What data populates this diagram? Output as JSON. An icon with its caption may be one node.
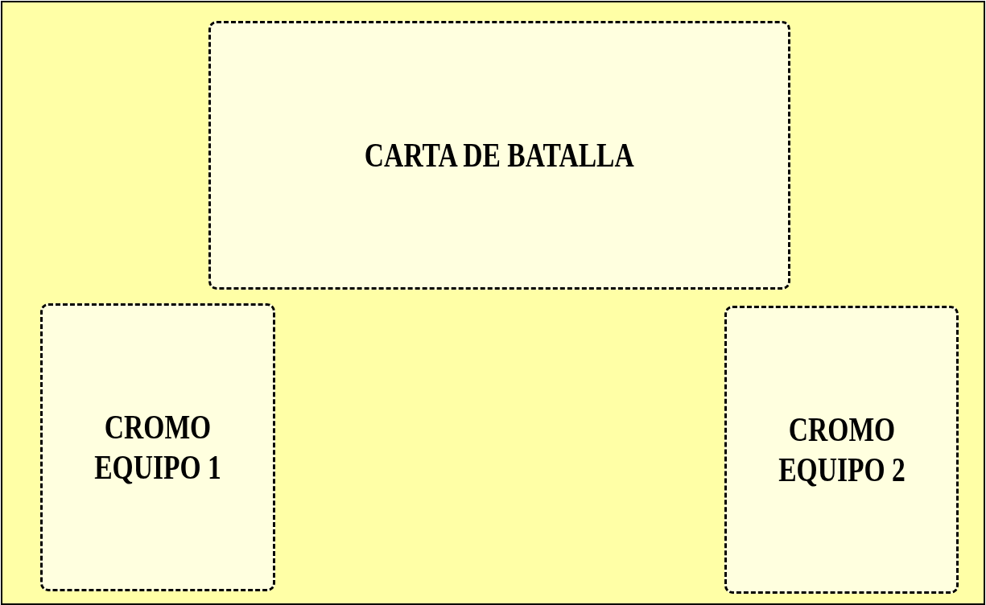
{
  "diagram": {
    "nodes": [
      {
        "text": [
          "CARTA DE BATALLA"
        ]
      },
      {
        "text": [
          "CROMO EQUIPO 1"
        ]
      },
      {
        "text": [
          "CROMO EQUIPO 2"
        ]
      }
    ]
  }
}
